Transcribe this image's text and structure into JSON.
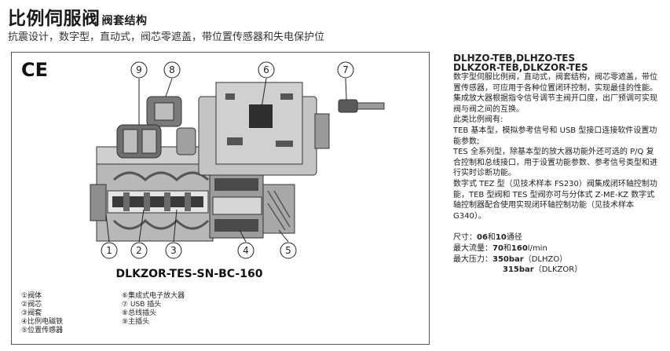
{
  "header": {
    "title": "比例伺服阀",
    "title_suffix": "阀套结构",
    "subtitle": "抗震设计，数字型，直动式，阀芯零遮盖，带位置传感器和失电保护位"
  },
  "figure": {
    "ce_mark": "CE",
    "model_label": "DLKZOR-TES-SN-BC-160",
    "callouts_top": [
      "9",
      "8",
      "6",
      "7"
    ],
    "callouts_bottom": [
      "1",
      "2",
      "3",
      "4",
      "5"
    ],
    "legend_left": [
      "①阀体",
      "②阀芯",
      "③阀套",
      "④比例电磁铁",
      "⑤位置传感器"
    ],
    "legend_right": [
      "⑥集成式电子放大器",
      "⑦ USB 插头",
      "⑧总线插头",
      "⑨主插头"
    ],
    "colors": {
      "body": "#b8b8b8",
      "dark": "#3a3a3a",
      "board": "#d0d0d0"
    }
  },
  "description": {
    "models_line1": "DLHZO-TEB,DLHZO-TES",
    "models_line2": "DLKZOR-TEB,DLKZOR-TES",
    "para1": "数字型伺服比例阀，直动式，阀套结构，阀芯零遮盖，带位置传感器，可应用于各种位置闭环控制，实现最佳的性能。",
    "para2": "集成放大器根据指令信号调节主阀开口度，出厂预调可实现阀与阀之间的互换。",
    "para3": "此类比例阀有:",
    "para4": "TEB 基本型，模拟参考信号和 USB 型接口连接软件设置功能参数;",
    "para5": "TES 全系列型，除基本型的放大器功能外还可选的 P/Q 复合控制和总线接口，用于设置功能参数、参考信号类型和进行实时诊断功能。",
    "para6": "数字式 TEZ 型（见技术样本 FS230）阀集成闭环轴控制功能，TEB 型阀和 TES 型阀亦可与分体式 Z-ME-KZ 数字式轴控制器配合使用实现闭环轴控制功能（见技术样本 G340）。"
  },
  "specs": {
    "size_label": "尺寸：",
    "size_v1": "06",
    "size_and": " 和 ",
    "size_v2": "10",
    "size_unit": " 通径",
    "flow_label": "最大流量：",
    "flow_v1": "70",
    "flow_and": " 和 ",
    "flow_v2": "160",
    "flow_unit": "l/min",
    "pressure_label": "最大压力：",
    "pressure_v1": "350bar",
    "pressure_m1": "（DLHZO）",
    "pressure_v2": "315bar",
    "pressure_m2": "（DLKZOR）"
  }
}
